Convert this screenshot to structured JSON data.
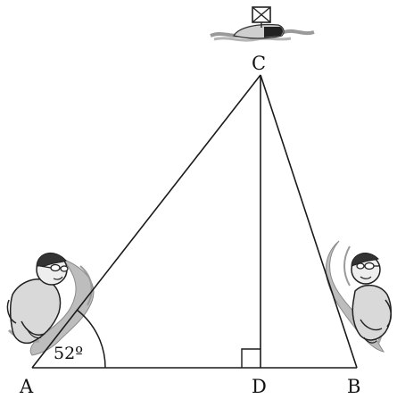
{
  "figure": {
    "points": {
      "A": "A",
      "B": "B",
      "C": "C",
      "D": "D"
    },
    "angle_A": "52º",
    "icons": {
      "buoy": "buoy-icon",
      "swimmer_left": "swimmer-left-icon",
      "swimmer_right": "swimmer-right-icon"
    },
    "colors": {
      "line": "#1a1a1a",
      "water": "#8c8c8c",
      "skin": "#e8e8e8"
    }
  }
}
